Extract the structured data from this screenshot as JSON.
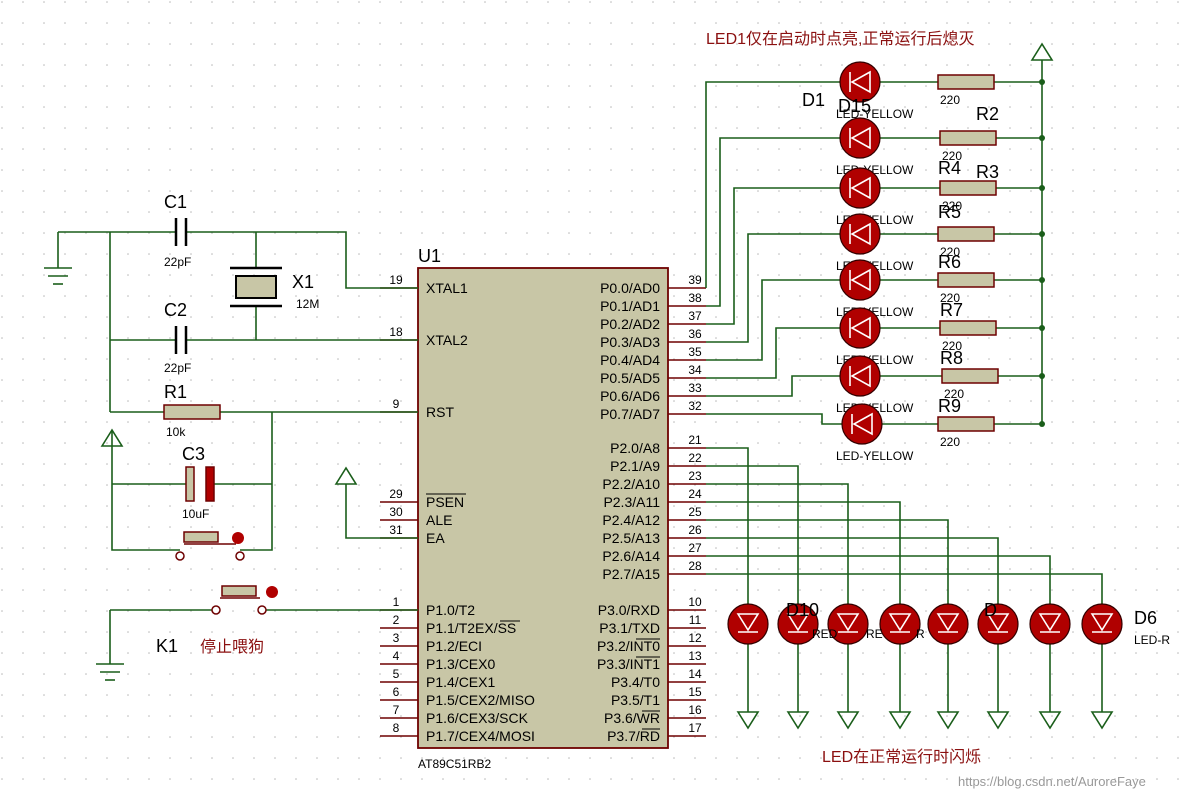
{
  "mcu": {
    "ref": "U1",
    "part": "AT89C51RB2",
    "left_pins": [
      {
        "num": "19",
        "name": "XTAL1"
      },
      {
        "num": "18",
        "name": "XTAL2"
      },
      {
        "num": "9",
        "name": "RST"
      },
      {
        "num": "29",
        "name": "PSEN"
      },
      {
        "num": "30",
        "name": "ALE"
      },
      {
        "num": "31",
        "name": "EA"
      },
      {
        "num": "1",
        "name": "P1.0/T2"
      },
      {
        "num": "2",
        "name": "P1.1/T2EX/SS"
      },
      {
        "num": "3",
        "name": "P1.2/ECI"
      },
      {
        "num": "4",
        "name": "P1.3/CEX0"
      },
      {
        "num": "5",
        "name": "P1.4/CEX1"
      },
      {
        "num": "6",
        "name": "P1.5/CEX2/MISO"
      },
      {
        "num": "7",
        "name": "P1.6/CEX3/SCK"
      },
      {
        "num": "8",
        "name": "P1.7/CEX4/MOSI"
      }
    ],
    "right_pins": [
      {
        "num": "39",
        "name": "P0.0/AD0"
      },
      {
        "num": "38",
        "name": "P0.1/AD1"
      },
      {
        "num": "37",
        "name": "P0.2/AD2"
      },
      {
        "num": "36",
        "name": "P0.3/AD3"
      },
      {
        "num": "35",
        "name": "P0.4/AD4"
      },
      {
        "num": "34",
        "name": "P0.5/AD5"
      },
      {
        "num": "33",
        "name": "P0.6/AD6"
      },
      {
        "num": "32",
        "name": "P0.7/AD7"
      },
      {
        "num": "21",
        "name": "P2.0/A8"
      },
      {
        "num": "22",
        "name": "P2.1/A9"
      },
      {
        "num": "23",
        "name": "P2.2/A10"
      },
      {
        "num": "24",
        "name": "P2.3/A11"
      },
      {
        "num": "25",
        "name": "P2.4/A12"
      },
      {
        "num": "26",
        "name": "P2.5/A13"
      },
      {
        "num": "27",
        "name": "P2.6/A14"
      },
      {
        "num": "28",
        "name": "P2.7/A15"
      },
      {
        "num": "10",
        "name": "P3.0/RXD"
      },
      {
        "num": "11",
        "name": "P3.1/TXD"
      },
      {
        "num": "12",
        "name": "P3.2/INT0"
      },
      {
        "num": "13",
        "name": "P3.3/INT1"
      },
      {
        "num": "14",
        "name": "P3.4/T0"
      },
      {
        "num": "15",
        "name": "P3.5/T1"
      },
      {
        "num": "16",
        "name": "P3.6/WR"
      },
      {
        "num": "17",
        "name": "P3.7/RD"
      }
    ]
  },
  "components": {
    "c1": {
      "ref": "C1",
      "value": "22pF"
    },
    "c2": {
      "ref": "C2",
      "value": "22pF"
    },
    "x1": {
      "ref": "X1",
      "value": "12M"
    },
    "r1": {
      "ref": "R1",
      "value": "10k"
    },
    "c3": {
      "ref": "C3",
      "value": "10uF"
    },
    "k1": {
      "ref": "K1",
      "label": "停止喂狗"
    }
  },
  "top_leds": {
    "value": "LED-YELLOW",
    "res_value": "220",
    "labels": [
      "D1",
      "D15",
      "R2",
      "R4",
      "R3",
      "R5",
      "R6",
      "R7",
      "R8",
      "R9"
    ]
  },
  "bottom_leds": {
    "visible_labels": [
      "D10",
      "D6",
      "LED-R"
    ],
    "partial": [
      "RED",
      "RE",
      "R",
      "D"
    ]
  },
  "notes": {
    "top": "LED1仅在启动时点亮,正常运行后熄灭",
    "bottom": "LED在正常运行时闪烁"
  },
  "watermark": "https://blog.csdn.net/AuroreFaye",
  "colors": {
    "wire": "#1a5e1a",
    "pin": "#6e0000",
    "body": "#c8c6a6",
    "led": "#b00000",
    "note": "#8b1010"
  }
}
